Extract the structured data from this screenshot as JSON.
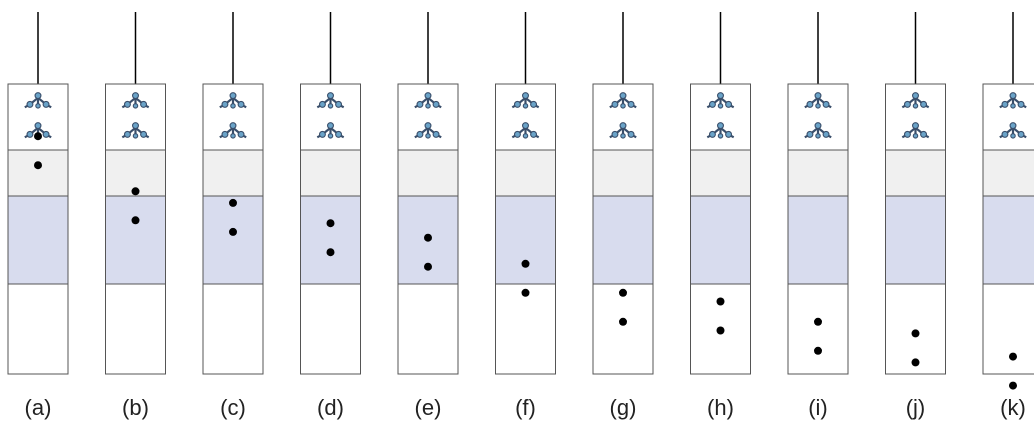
{
  "diagram": {
    "colors": {
      "wire": "#000000",
      "cell_border": "#555555",
      "top_compartment": "#ffffff",
      "upper_band": "#f0f0f0",
      "middle_band": "#d8dcee",
      "bottom_band": "#ffffff",
      "particle": "#000000",
      "molecule_bond": "#3a4f6b",
      "molecule_node": "#6aa3c8"
    },
    "icons": [
      "tetrahedral-molecule-icon"
    ],
    "panels": [
      {
        "label": "(a)",
        "particle_depth": [
          0.18,
          0.28
        ]
      },
      {
        "label": "(b)",
        "particle_depth": [
          0.37,
          0.47
        ]
      },
      {
        "label": "(c)",
        "particle_depth": [
          0.41,
          0.51
        ]
      },
      {
        "label": "(d)",
        "particle_depth": [
          0.48,
          0.58
        ]
      },
      {
        "label": "(e)",
        "particle_depth": [
          0.53,
          0.63
        ]
      },
      {
        "label": "(f)",
        "particle_depth": [
          0.62,
          0.72
        ]
      },
      {
        "label": "(g)",
        "particle_depth": [
          0.72,
          0.82
        ]
      },
      {
        "label": "(h)",
        "particle_depth": [
          0.75,
          0.85
        ]
      },
      {
        "label": "(i)",
        "particle_depth": [
          0.82,
          0.92
        ]
      },
      {
        "label": "(j)",
        "particle_depth": [
          0.86,
          0.96
        ]
      },
      {
        "label": "(k)",
        "particle_depth": [
          0.94,
          1.04
        ]
      }
    ]
  }
}
